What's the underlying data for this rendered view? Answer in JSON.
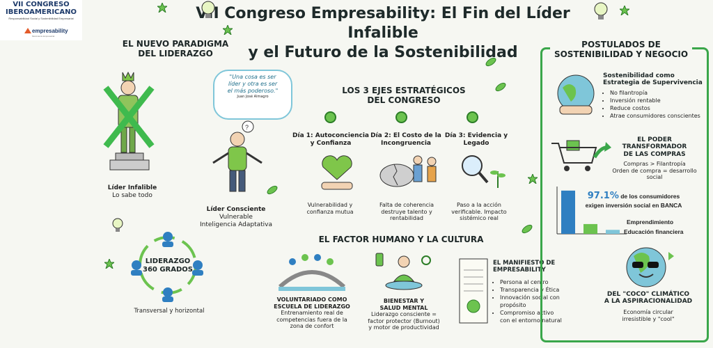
{
  "logo": {
    "line1": "VII CONGRESO",
    "line2": "IBEROAMERICANO",
    "line3": "Responsabilidad Social y Sostenibilidad Empresarial",
    "brand": "empresability",
    "brand_sub": "Movimiento Empresarial"
  },
  "header": {
    "title_line1": "VII Congreso Empresability: El Fin del Líder Infalible",
    "title_line2": "y el Futuro de la Sostenibilidad"
  },
  "paradigm": {
    "title_line1": "EL NUEVO PARADIGMA",
    "title_line2": "DEL LIDERAZGO",
    "quote_lines": [
      "\"Una cosa es ser",
      "líder y otra es ser",
      "el más poderoso.\""
    ],
    "quote_author": "Juan José Almagro",
    "infallible_line1": "Líder Infalible",
    "infallible_line2": "Lo sabe todo",
    "conscious_line1": "Líder Consciente",
    "conscious_line2": "Vulnerable",
    "conscious_line3": "Inteligencia Adaptativa"
  },
  "axes": {
    "title_line1": "LOS 3 EJES ESTRATÉGICOS",
    "title_line2": "DEL CONGRESO",
    "days": [
      {
        "title": [
          "Día 1: Autoconciencia",
          "y Confianza"
        ],
        "desc": [
          "Vulnerabilidad y",
          "confianza mutua"
        ]
      },
      {
        "title": [
          "Día 2: El Costo de la",
          "Incongruencia"
        ],
        "desc": [
          "Falta de coherencia",
          "destruye talento y",
          "rentabilidad"
        ]
      },
      {
        "title": [
          "Día 3: Evidencia y",
          "Legado"
        ],
        "desc": [
          "Paso a la acción",
          "verificable. Impacto",
          "sistémico real"
        ]
      }
    ]
  },
  "leadership360": {
    "line1": "LIDERAZGO",
    "line2": "360 GRADOS",
    "caption": "Transversal y horizontal"
  },
  "human": {
    "title": "EL FACTOR HUMANO Y LA CULTURA",
    "volunteer_title": [
      "VOLUNTARIADO COMO",
      "ESCUELA DE LIDERAZGO"
    ],
    "volunteer_desc": [
      "Entrenamiento real de",
      "competencias fuera de la",
      "zona de confort"
    ],
    "wellbeing_title": [
      "BIENESTAR Y",
      "SALUD MENTAL"
    ],
    "wellbeing_desc": [
      "Liderazgo consciente =",
      "factor protector (Burnout)",
      "y motor de productividad"
    ],
    "manifesto_title": [
      "EL MANIFIESTO DE",
      "EMPRESABILITY"
    ],
    "manifesto_items": [
      "Persona al centro",
      "Transparencia y Ética",
      "Innovación social con propósito",
      "Compromiso activo con el entorno natural"
    ]
  },
  "sustain": {
    "title_line1": "POSTULADOS DE",
    "title_line2": "SOSTENIBILIDAD Y NEGOCIO",
    "strategy_title": [
      "Sostenibilidad como",
      "Estrategia de Supervivencia"
    ],
    "strategy_items": [
      "No filantropía",
      "Inversión rentable",
      "Reduce costos",
      "Atrae consumidores conscientes"
    ],
    "power_title": [
      "EL PODER",
      "TRANSFORMADOR",
      "DE LAS COMPRAS"
    ],
    "power_desc": [
      "Compras > Filantropía",
      "Orden de compra = desarrollo social"
    ],
    "stat_value": "97.1%",
    "stat_text1": " de los consumidores",
    "stat_text2": "exigen inversión social en BANCA",
    "bar_labels": [
      "Emprendimiento",
      "Educación financiera"
    ],
    "coco_title": [
      "DEL \"COCO\" CLIMÁTICO",
      "A LA ASPIRACIONALIDAD"
    ],
    "coco_desc": [
      "Economía circular",
      "irresistible y \"cool\""
    ]
  },
  "chart_bars": [
    97.1,
    22,
    9
  ],
  "colors": {
    "green": "#6cc34f",
    "dark_green": "#2c7d27",
    "blue": "#2f7fc1",
    "frame": "#3aa64a"
  }
}
